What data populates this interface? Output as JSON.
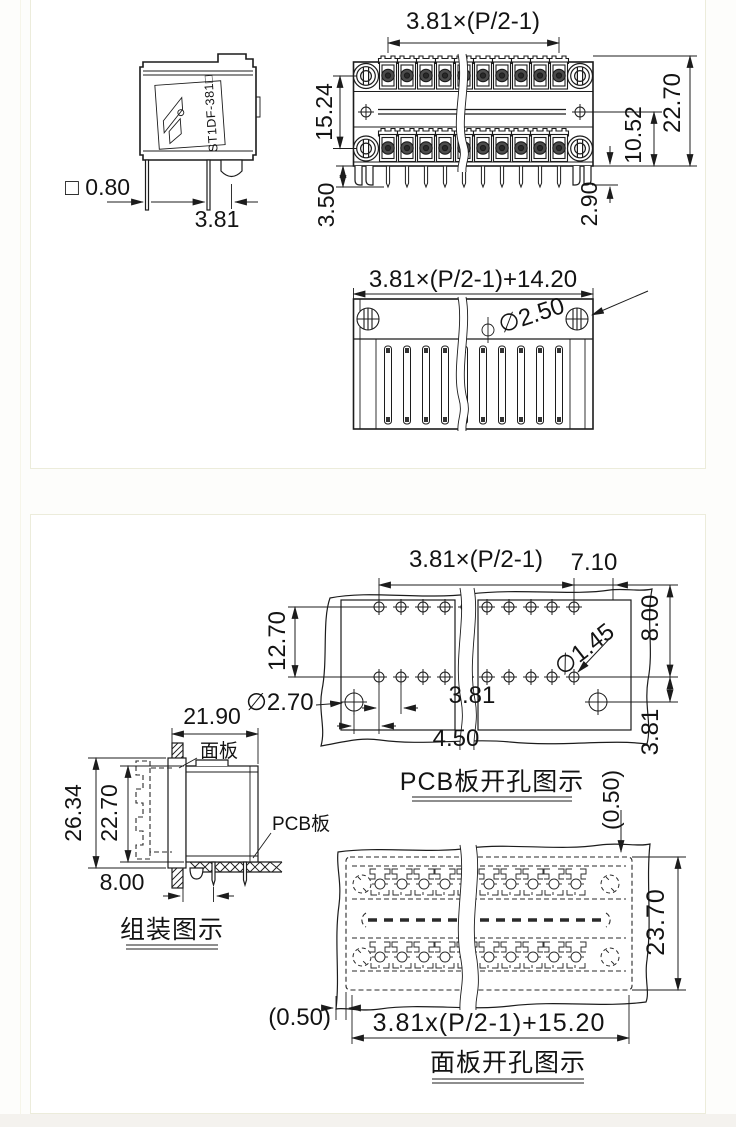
{
  "colors": {
    "line": "#1c1c1c",
    "panel_border": "#ececdb",
    "page_bg": "#ffffff",
    "footer_bg": "#f4f2ee"
  },
  "connector_label": "ST1DF-381□",
  "side_view": {
    "pin_size": "□ 0.80",
    "pin_pitch": "3.81"
  },
  "front_view": {
    "pitch_span": "3.81×(P/2-1)",
    "row_spacing": "15.24",
    "pin_length": "3.50",
    "mid_height": "10.52",
    "tail_height": "2.90",
    "total_height": "22.70"
  },
  "top_view": {
    "total_length": "3.81×(P/2-1)+14.20",
    "hole_dia": "∅2.50"
  },
  "pcb_view": {
    "caption": "PCB板开孔图示",
    "pitch_span": "3.81×(P/2-1)",
    "end_offset": "7.10",
    "edge_offset": "8.00",
    "row_spacing": "12.70",
    "mount_hole_dia": "∅2.70",
    "hole_pitch": "3.81",
    "mount_offset_x": "4.50",
    "pin_hole_dia": "∅1.45",
    "mount_offset_y": "3.81"
  },
  "assembly_view": {
    "caption": "组装图示",
    "panel_label": "面板",
    "pcb_label": "PCB板",
    "depth": "21.90",
    "flange_height": "26.34",
    "body_height": "22.70",
    "pcb_offset": "8.00"
  },
  "cutout_view": {
    "caption": "面板开孔图示",
    "top_clearance": "(0.50)",
    "height": "23.70",
    "left_clearance": "(0.50)",
    "length": "3.81x(P/2-1)+15.20"
  }
}
